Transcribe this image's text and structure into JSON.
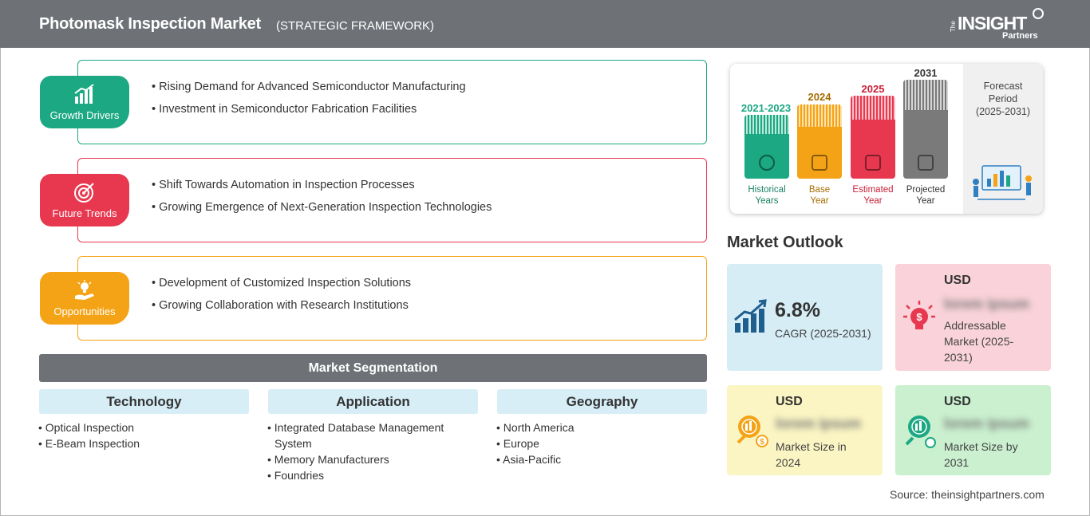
{
  "header": {
    "title": "Photomask Inspection Market",
    "subtitle": "(STRATEGIC FRAMEWORK)",
    "logo": {
      "the": "The",
      "insight": "INSIGHT",
      "partners": "Partners"
    }
  },
  "framework": {
    "growth_drivers": {
      "label": "Growth Drivers",
      "color": "#1ba882",
      "items": [
        "Rising Demand for Advanced Semiconductor Manufacturing",
        "Investment in Semiconductor Fabrication Facilities"
      ]
    },
    "future_trends": {
      "label": "Future Trends",
      "color": "#e8384f",
      "items": [
        "Shift Towards Automation in Inspection Processes",
        "Growing Emergence of Next-Generation Inspection Technologies"
      ]
    },
    "opportunities": {
      "label": "Opportunities",
      "color": "#f5a316",
      "items": [
        "Development of Customized Inspection Solutions",
        "Growing Collaboration with Research Institutions"
      ]
    }
  },
  "segmentation": {
    "title": "Market Segmentation",
    "columns": [
      {
        "heading": "Technology",
        "items": [
          "Optical Inspection",
          "E-Beam Inspection"
        ]
      },
      {
        "heading": "Application",
        "items": [
          "Integrated Database Management System",
          "Memory Manufacturers",
          "Foundries"
        ]
      },
      {
        "heading": "Geography",
        "items": [
          "North America",
          "Europe",
          "Asia-Pacific"
        ]
      }
    ]
  },
  "timeline": {
    "bars": [
      {
        "year": "2021-2023",
        "label1": "Historical",
        "label2": "Years",
        "color": "#1ba882",
        "icon": "history-icon"
      },
      {
        "year": "2024",
        "label1": "Base",
        "label2": "Year",
        "color": "#f5a316",
        "icon": "calendar-icon"
      },
      {
        "year": "2025",
        "label1": "Estimated",
        "label2": "Year",
        "color": "#e8384f",
        "icon": "estimate-icon"
      },
      {
        "year": "2031",
        "label1": "Projected",
        "label2": "Year",
        "color": "#7a7a7a",
        "icon": "projection-icon"
      }
    ],
    "forecast": {
      "line1": "Forecast",
      "line2": "Period",
      "line3": "(2025-2031)"
    }
  },
  "outlook": {
    "title": "Market Outlook",
    "cagr": {
      "value": "6.8%",
      "label": "CAGR (2025-2031)",
      "bg": "#d6edf6",
      "icon": "growth-chart-icon"
    },
    "addressable": {
      "currency": "USD",
      "value": "lorem ipsum",
      "label": "Addressable Market (2025-2031)",
      "bg": "#f9d3d9",
      "icon": "lightbulb-icon"
    },
    "size_2024": {
      "currency": "USD",
      "value": "lorem ipsum",
      "label": "Market Size in 2024",
      "bg": "#fbf5c3",
      "icon": "coins-icon"
    },
    "size_2031": {
      "currency": "USD",
      "value": "lorem ipsum",
      "label": "Market Size by 2031",
      "bg": "#caf0cf",
      "icon": "market-size-icon"
    }
  },
  "source": "Source: theinsightpartners.com"
}
